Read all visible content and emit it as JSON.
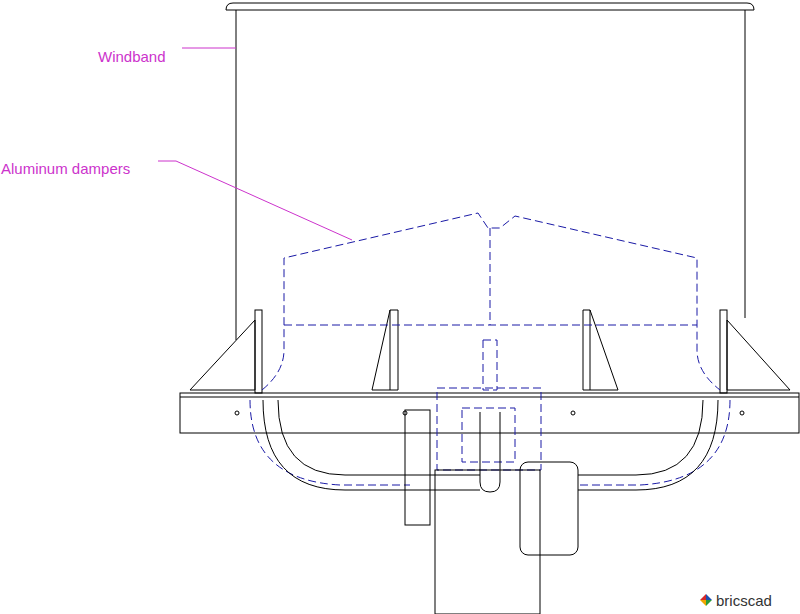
{
  "diagram": {
    "labels": [
      "Windband",
      "Aluminum dampers",
      "bricscad"
    ]
  }
}
